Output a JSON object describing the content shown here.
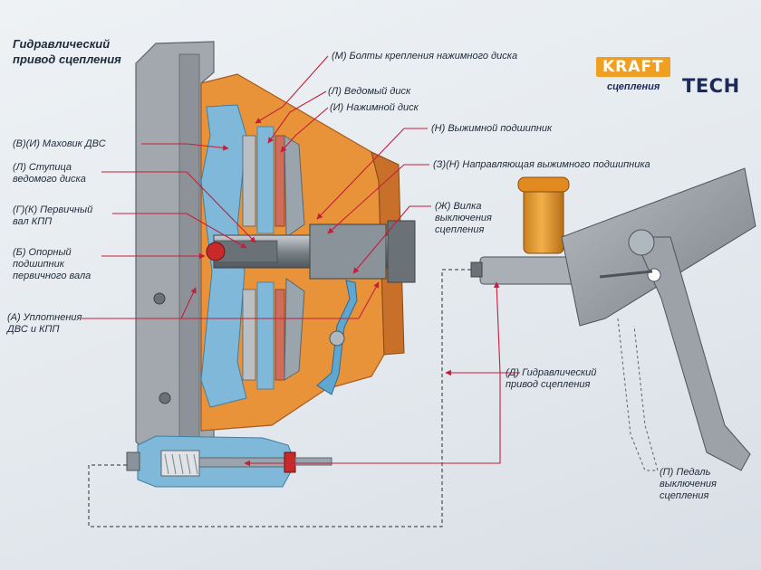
{
  "title": {
    "line1": "Гидравлический",
    "line2": "привод сцепления"
  },
  "logo": {
    "top": "KRAFT",
    "bottom": "TECH",
    "subtitle": "сцепления"
  },
  "labels": {
    "M": {
      "lines": [
        "(М) Болты крепления нажимного диска"
      ]
    },
    "L_disk": {
      "lines": [
        "(Л) Ведомый диск"
      ]
    },
    "I_disk": {
      "lines": [
        "(И) Нажимной диск"
      ]
    },
    "N_bearing": {
      "lines": [
        "(Н) Выжимной подшипник"
      ]
    },
    "ZN_guide": {
      "lines": [
        "(З)(Н) Направляющая выжимного подшипника"
      ]
    },
    "ZH_fork": {
      "lines": [
        "(Ж) Вилка",
        "выключения",
        "сцепления"
      ]
    },
    "VI_flywheel": {
      "lines": [
        "(В)(И) Маховик ДВС"
      ]
    },
    "L_hub": {
      "lines": [
        "(Л) Ступица",
        "ведомого диска"
      ]
    },
    "GK_shaft": {
      "lines": [
        "(Г)(К) Первичный",
        "вал КПП"
      ]
    },
    "B_bearing": {
      "lines": [
        "(Б) Опорный",
        "подшипник",
        "первичного вала"
      ]
    },
    "A_seals": {
      "lines": [
        "(А) Уплотнения",
        "ДВС и КПП"
      ]
    },
    "D_hydraulic": {
      "lines": [
        "(Д) Гидравлический",
        "привод сцепления"
      ]
    },
    "P_pedal": {
      "lines": [
        "(П) Педаль",
        "выключения",
        "сцепления"
      ]
    }
  },
  "colors": {
    "orange": "#e8923a",
    "orange_dark": "#c8702a",
    "blue": "#7fb8d8",
    "blue_dark": "#4f8fb5",
    "steel": "#9aa4ad",
    "steel_dark": "#5d656c",
    "engine_gray": "#9ea3aa",
    "reservoir": "#e8a030",
    "red": "#d8262a",
    "leader": "#c41e3a"
  }
}
